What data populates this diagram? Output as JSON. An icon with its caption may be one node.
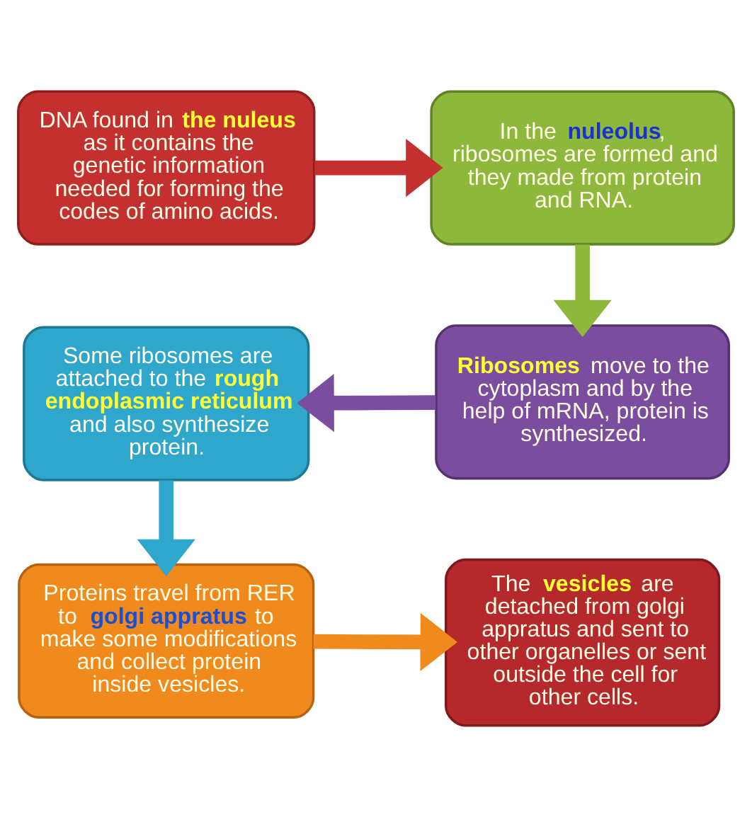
{
  "diagram": {
    "nodes": [
      {
        "text": [
          "DNA found in **the nuleus** as it contains the genetic information needed for forming the codes of amino acids."
        ]
      },
      {
        "text": [
          "In the **nuleolus**, ribosomes are formed and they made from protein and RNA."
        ]
      },
      {
        "text": [
          "Some ribosomes are attached to the **rough endoplasmic reticulum** and also synthesize protein."
        ]
      },
      {
        "text": [
          "**Ribosomes** move to the cytoplasm and by the help of mRNA, protein is synthesized."
        ]
      },
      {
        "text": [
          "Proteins travel from RER to **golgi appratus** to make some modifications and collect protein inside vesicles."
        ]
      },
      {
        "text": [
          "The **vesicles** are detached from golgi appratus and sent to other organelles or sent outside the cell for other cells."
        ]
      }
    ],
    "edges": [
      {
        "from": 0,
        "to": 1,
        "arrow": "to",
        "color": "#c3302f"
      },
      {
        "from": 1,
        "to": 3,
        "arrow": "to",
        "color": "#8db83c"
      },
      {
        "from": 3,
        "to": 2,
        "arrow": "to",
        "color": "#7a4d9f"
      },
      {
        "from": 2,
        "to": 4,
        "arrow": "to",
        "color": "#2fa6cb"
      },
      {
        "from": 4,
        "to": 5,
        "arrow": "to",
        "color": "#f08a1d"
      }
    ]
  }
}
